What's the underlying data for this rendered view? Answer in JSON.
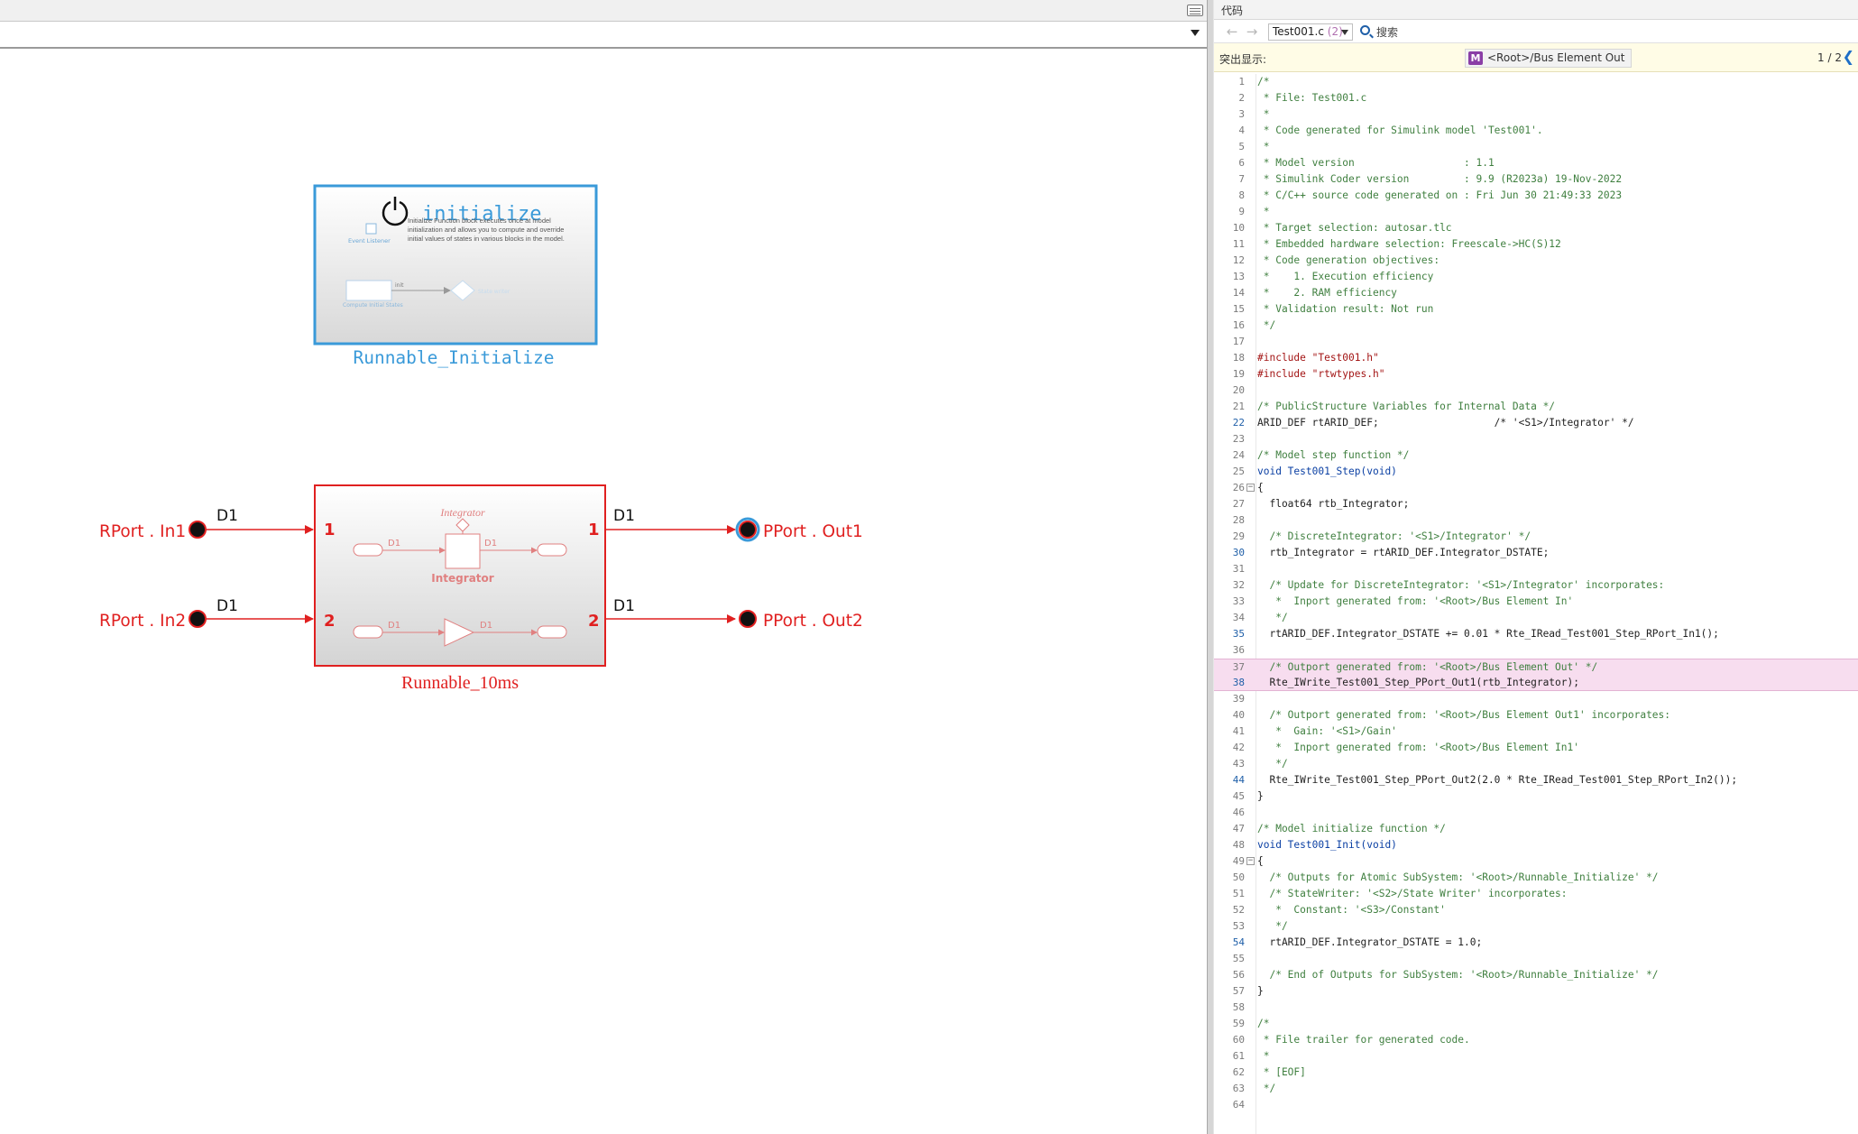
{
  "canvas": {
    "blocks": [
      {
        "id": "init",
        "label": "Runnable_Initialize",
        "inner": {
          "title": "initialize",
          "listener": "Event Listener",
          "desc": "Initialize Function block executes once at model initialization and allows you to compute and override initial values of states in various blocks in the model.",
          "compute": "Compute Initial States",
          "port": "init"
        }
      },
      {
        "id": "r10",
        "label": "Runnable_10ms",
        "port_in_1": "1",
        "port_in_2": "2",
        "port_out_1": "1",
        "port_out_2": "2",
        "sig_in_1": "D1",
        "sig_out_1": "D1",
        "sig_in_2": "D1",
        "sig_out_2": "D1",
        "integrator_top": "Integrator",
        "integrator_bottom": "Integrator"
      }
    ],
    "ports": {
      "in1": "RPort . In1",
      "in2": "RPort . In2",
      "out1": "PPort . Out1",
      "out2": "PPort . Out2"
    },
    "signals": {
      "in1": "D1",
      "in2": "D1",
      "out1": "D1",
      "out2": "D1"
    }
  },
  "code_panel": {
    "title": "代码",
    "file": "Test001.c",
    "file_count": "(2)",
    "search_label": "搜索",
    "highlight_label": "突出显示:",
    "highlight_chip": "<Root>/Bus Element Out",
    "highlight_count": "1 / 2",
    "lines": [
      {
        "n": "1",
        "t": "/*",
        "c": "cm"
      },
      {
        "n": "2",
        "t": " * File: Test001.c",
        "c": "cm"
      },
      {
        "n": "3",
        "t": " *",
        "c": "cm"
      },
      {
        "n": "4",
        "t": " * Code generated for Simulink model 'Test001'.",
        "c": "cm"
      },
      {
        "n": "5",
        "t": " *",
        "c": "cm"
      },
      {
        "n": "6",
        "t": " * Model version                  : 1.1",
        "c": "cm"
      },
      {
        "n": "7",
        "t": " * Simulink Coder version         : 9.9 (R2023a) 19-Nov-2022",
        "c": "cm"
      },
      {
        "n": "8",
        "t": " * C/C++ source code generated on : Fri Jun 30 21:49:33 2023",
        "c": "cm"
      },
      {
        "n": "9",
        "t": " *",
        "c": "cm"
      },
      {
        "n": "10",
        "t": " * Target selection: autosar.tlc",
        "c": "cm"
      },
      {
        "n": "11",
        "t": " * Embedded hardware selection: Freescale->HC(S)12",
        "c": "cm"
      },
      {
        "n": "12",
        "t": " * Code generation objectives:",
        "c": "cm"
      },
      {
        "n": "13",
        "t": " *    1. Execution efficiency",
        "c": "cm"
      },
      {
        "n": "14",
        "t": " *    2. RAM efficiency",
        "c": "cm"
      },
      {
        "n": "15",
        "t": " * Validation result: Not run",
        "c": "cm"
      },
      {
        "n": "16",
        "t": " */",
        "c": "cm"
      },
      {
        "n": "17",
        "t": "",
        "c": ""
      },
      {
        "n": "18",
        "t": "#include \"Test001.h\"",
        "c": "pp"
      },
      {
        "n": "19",
        "t": "#include \"rtwtypes.h\"",
        "c": "pp"
      },
      {
        "n": "20",
        "t": "",
        "c": ""
      },
      {
        "n": "21",
        "t": "/* PublicStructure Variables for Internal Data */",
        "c": "cm"
      },
      {
        "n": "22",
        "t": "ARID_DEF rtARID_DEF;                   /* '<S1>/Integrator' */",
        "c": "",
        "link": true
      },
      {
        "n": "23",
        "t": "",
        "c": ""
      },
      {
        "n": "24",
        "t": "/* Model step function */",
        "c": "cm"
      },
      {
        "n": "25",
        "t": "void Test001_Step(void)",
        "c": "kw"
      },
      {
        "n": "26",
        "t": "{",
        "c": "",
        "fold": true
      },
      {
        "n": "27",
        "t": "  float64 rtb_Integrator;",
        "c": ""
      },
      {
        "n": "28",
        "t": "",
        "c": ""
      },
      {
        "n": "29",
        "t": "  /* DiscreteIntegrator: '<S1>/Integrator' */",
        "c": "cm"
      },
      {
        "n": "30",
        "t": "  rtb_Integrator = rtARID_DEF.Integrator_DSTATE;",
        "c": "",
        "link": true
      },
      {
        "n": "31",
        "t": "",
        "c": ""
      },
      {
        "n": "32",
        "t": "  /* Update for DiscreteIntegrator: '<S1>/Integrator' incorporates:",
        "c": "cm"
      },
      {
        "n": "33",
        "t": "   *  Inport generated from: '<Root>/Bus Element In'",
        "c": "cm"
      },
      {
        "n": "34",
        "t": "   */",
        "c": "cm"
      },
      {
        "n": "35",
        "t": "  rtARID_DEF.Integrator_DSTATE += 0.01 * Rte_IRead_Test001_Step_RPort_In1();",
        "c": "",
        "link": true
      },
      {
        "n": "36",
        "t": "",
        "c": ""
      },
      {
        "n": "37",
        "t": "  /* Outport generated from: '<Root>/Bus Element Out' */",
        "c": "cm",
        "hl": true
      },
      {
        "n": "38",
        "t": "  Rte_IWrite_Test001_Step_PPort_Out1(rtb_Integrator);",
        "c": "",
        "link": true,
        "hl": true
      },
      {
        "n": "39",
        "t": "",
        "c": ""
      },
      {
        "n": "40",
        "t": "  /* Outport generated from: '<Root>/Bus Element Out1' incorporates:",
        "c": "cm"
      },
      {
        "n": "41",
        "t": "   *  Gain: '<S1>/Gain'",
        "c": "cm"
      },
      {
        "n": "42",
        "t": "   *  Inport generated from: '<Root>/Bus Element In1'",
        "c": "cm"
      },
      {
        "n": "43",
        "t": "   */",
        "c": "cm"
      },
      {
        "n": "44",
        "t": "  Rte_IWrite_Test001_Step_PPort_Out2(2.0 * Rte_IRead_Test001_Step_RPort_In2());",
        "c": "",
        "link": true
      },
      {
        "n": "45",
        "t": "}",
        "c": ""
      },
      {
        "n": "46",
        "t": "",
        "c": ""
      },
      {
        "n": "47",
        "t": "/* Model initialize function */",
        "c": "cm"
      },
      {
        "n": "48",
        "t": "void Test001_Init(void)",
        "c": "kw"
      },
      {
        "n": "49",
        "t": "{",
        "c": "",
        "fold": true
      },
      {
        "n": "50",
        "t": "  /* Outputs for Atomic SubSystem: '<Root>/Runnable_Initialize' */",
        "c": "cm"
      },
      {
        "n": "51",
        "t": "  /* StateWriter: '<S2>/State Writer' incorporates:",
        "c": "cm"
      },
      {
        "n": "52",
        "t": "   *  Constant: '<S3>/Constant'",
        "c": "cm"
      },
      {
        "n": "53",
        "t": "   */",
        "c": "cm"
      },
      {
        "n": "54",
        "t": "  rtARID_DEF.Integrator_DSTATE = 1.0;",
        "c": "",
        "link": true
      },
      {
        "n": "55",
        "t": "",
        "c": ""
      },
      {
        "n": "56",
        "t": "  /* End of Outputs for SubSystem: '<Root>/Runnable_Initialize' */",
        "c": "cm"
      },
      {
        "n": "57",
        "t": "}",
        "c": ""
      },
      {
        "n": "58",
        "t": "",
        "c": ""
      },
      {
        "n": "59",
        "t": "/*",
        "c": "cm"
      },
      {
        "n": "60",
        "t": " * File trailer for generated code.",
        "c": "cm"
      },
      {
        "n": "61",
        "t": " *",
        "c": "cm"
      },
      {
        "n": "62",
        "t": " * [EOF]",
        "c": "cm"
      },
      {
        "n": "63",
        "t": " */",
        "c": "cm"
      },
      {
        "n": "64",
        "t": "",
        "c": ""
      }
    ]
  },
  "colors": {
    "port": "#e02020",
    "init_blue": "#3a9ad9",
    "link": "#1f5fa8",
    "highlight": "#f7ddef"
  },
  "icons": [
    "power-icon",
    "keyboard-icon",
    "search-icon",
    "back-arrow-icon",
    "forward-arrow-icon",
    "model-m-icon",
    "chevron-left-icon"
  ]
}
